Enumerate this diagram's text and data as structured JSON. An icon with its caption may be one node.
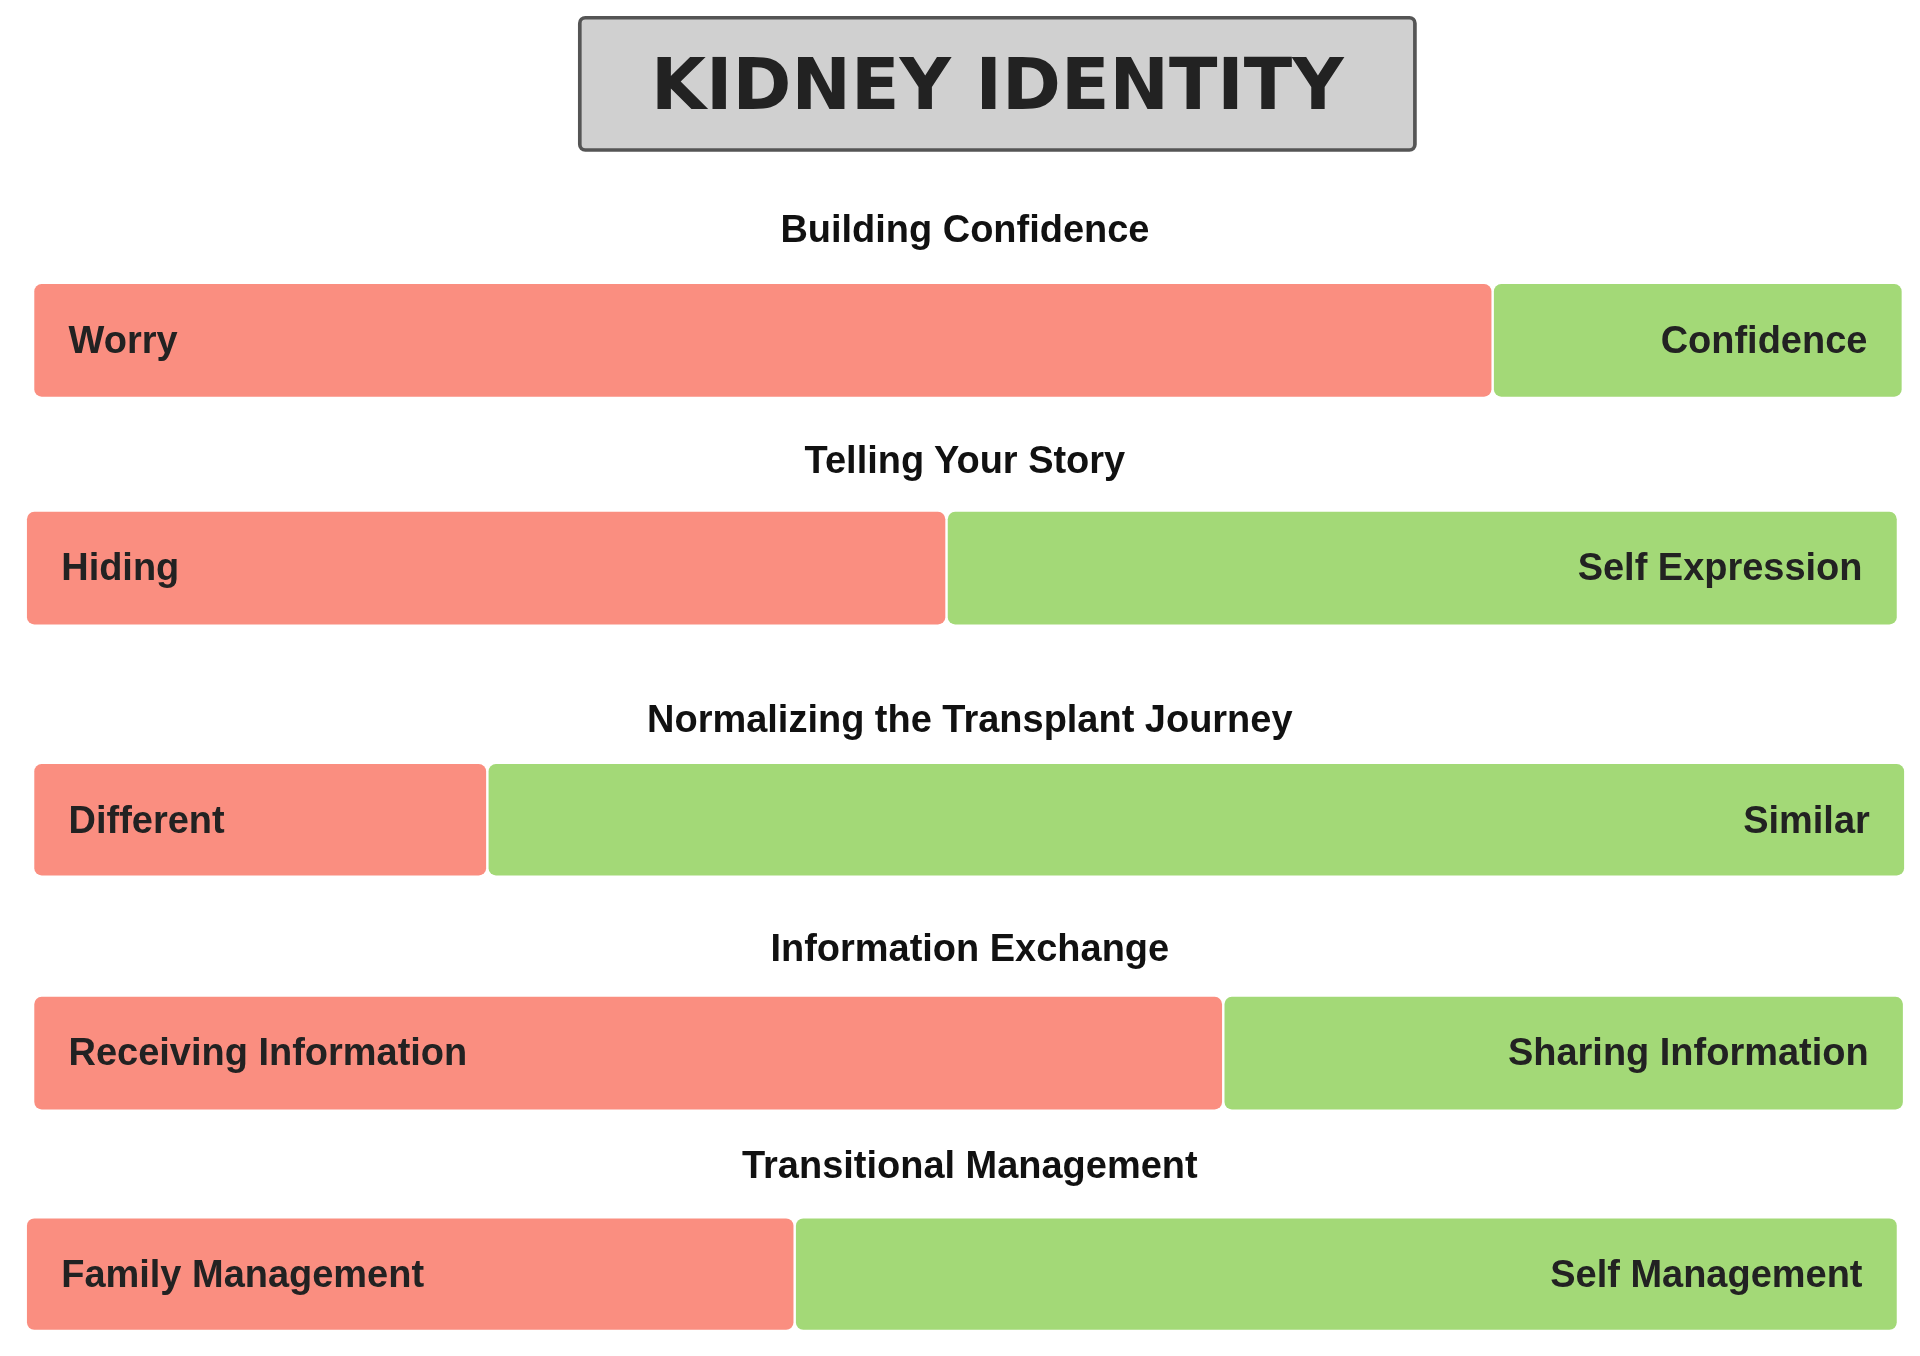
{
  "diagram": {
    "title": "KIDNEY IDENTITY",
    "nodes": [
      {
        "text": [
          "Worry"
        ]
      },
      {
        "text": [
          "Confidence"
        ]
      },
      {
        "text": [
          "Hiding"
        ]
      },
      {
        "text": [
          "Self Expression"
        ]
      },
      {
        "text": [
          "Different"
        ]
      },
      {
        "text": [
          "Similar"
        ]
      },
      {
        "text": [
          "Receiving Information"
        ]
      },
      {
        "text": [
          "Sharing Information"
        ]
      },
      {
        "text": [
          "Family Management"
        ]
      },
      {
        "text": [
          "Self Management"
        ]
      }
    ],
    "edges": [],
    "labels": [
      "Building Confidence",
      "Telling Your Story",
      "Normalizing the Transplant Journey",
      "Information Exchange",
      "Transitional Management"
    ]
  }
}
